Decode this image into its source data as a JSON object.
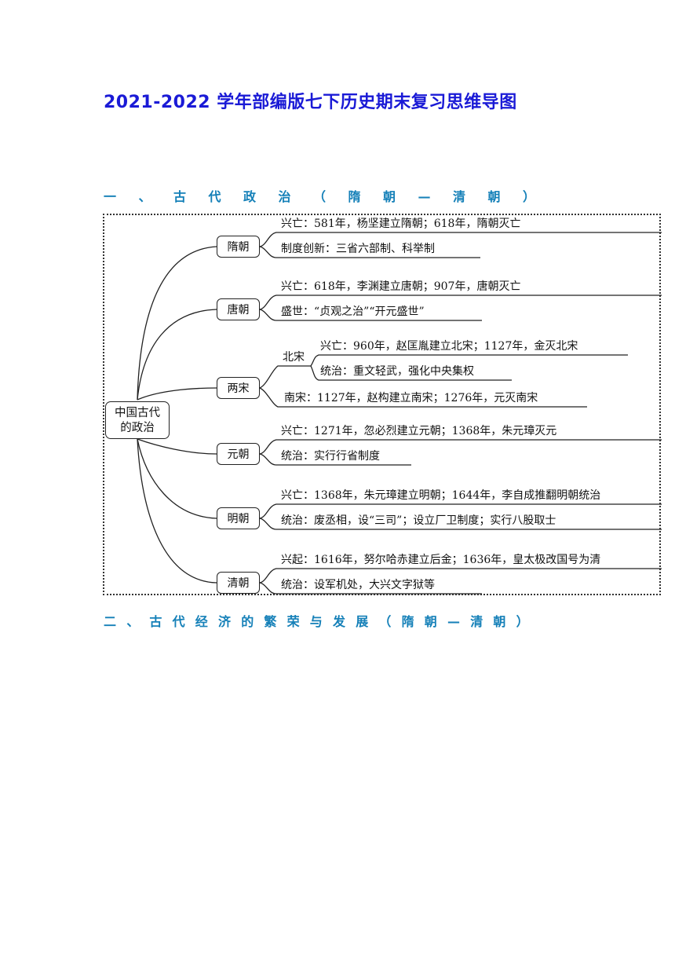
{
  "document_title": "2021-2022 学年部编版七下历史期末复习思维导图",
  "section1_heading": "一、古代政治（隋朝—清朝）",
  "section2_heading": "二、古代经济的繁荣与发展（隋朝—清朝）",
  "mindmap": {
    "root": "中国古代\n的政治",
    "sui": {
      "label": "隋朝",
      "rise_fall": "兴亡：581年，杨坚建立隋朝；618年，隋朝灭亡",
      "institution": "制度创新：三省六部制、科举制"
    },
    "tang": {
      "label": "唐朝",
      "rise_fall": "兴亡：618年，李渊建立唐朝；907年，唐朝灭亡",
      "golden_age": "盛世：“贞观之治”“开元盛世”"
    },
    "song": {
      "label": "两宋",
      "northern_song": "北宋",
      "northern_rise_fall": "兴亡：960年，赵匡胤建立北宋；1127年，金灭北宋",
      "northern_rule": "统治：重文轻武，强化中央集权",
      "southern_song": "南宋：1127年，赵构建立南宋；1276年，元灭南宋"
    },
    "yuan": {
      "label": "元朝",
      "rise_fall": "兴亡：1271年，忽必烈建立元朝；1368年，朱元璋灭元",
      "rule": "统治：实行行省制度"
    },
    "ming": {
      "label": "明朝",
      "rise_fall": "兴亡：1368年，朱元璋建立明朝；1644年，李自成推翻明朝统治",
      "rule": "统治：废丞相，设“三司”；设立厂卫制度；实行八股取士"
    },
    "qing": {
      "label": "清朝",
      "rise": "兴起：1616年，努尔哈赤建立后金；1636年，皇太极改国号为清",
      "rule": "统治：设军机处，大兴文字狱等"
    }
  }
}
